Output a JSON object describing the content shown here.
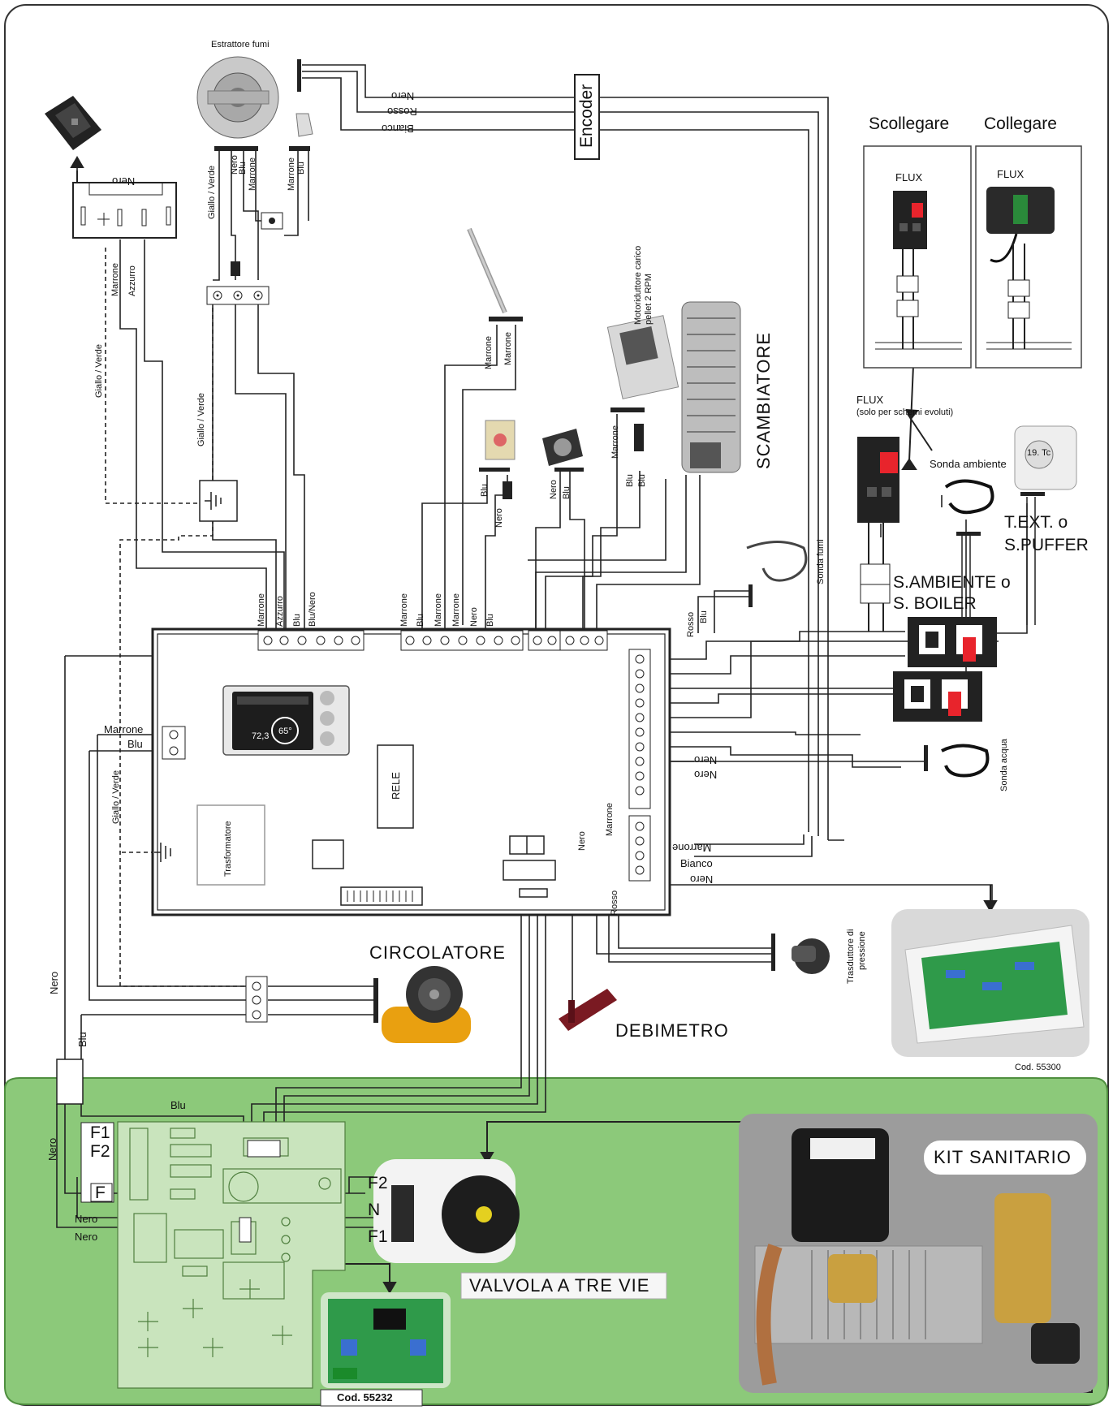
{
  "components": {
    "estrattore_fumi": "Estrattore fumi",
    "encoder": "Encoder",
    "scollegare": "Scollegare",
    "collegare": "Collegare",
    "flux": "FLUX",
    "flux_note_line1": "FLUX",
    "flux_note_line2": "(solo per schemi evoluti)",
    "motoriduttore_line1": "Motoriduttore carico",
    "motoriduttore_line2": "pellet 2 RPM",
    "scambiatore": "SCAMBIATORE",
    "sonda_ambiente": "Sonda ambiente",
    "text_puffer_line1": "T.EXT. o",
    "text_puffer_line2": "S.PUFFER",
    "s_ambiente_line1": "S.AMBIENTE o",
    "s_ambiente_line2": "S. BOILER",
    "sonda_fumi": "Sonda fumi",
    "sonda_acqua": "Sonda acqua",
    "rele": "RELE",
    "trasformatore": "Trasformatore",
    "circolatore": "CIRCOLATORE",
    "debimetro": "DEBIMETRO",
    "trasduttore_line1": "Trasduttore di",
    "trasduttore_line2": "pressione",
    "cod_board": "Cod. 55300",
    "kit_sanitario": "KIT SANITARIO",
    "valvola": "VALVOLA A TRE VIE",
    "cod_relay": "Cod. 55232",
    "display_temp1": "72,3",
    "display_temp2": "65°",
    "thermostat_temp": "19. Tc"
  },
  "wires": {
    "nero": "Nero",
    "rosso": "Rosso",
    "bianco": "Bianco",
    "blu": "Blu",
    "marrone": "Marrone",
    "azzurro": "Azzurro",
    "giallo_verde": "Giallo / Verde",
    "blu_nero": "Blu/Nero"
  },
  "terminals": {
    "f1": "F1",
    "f2": "F2",
    "f": "F",
    "n": "N"
  },
  "colors": {
    "wire": "#222222",
    "green_zone": "#8cc97a",
    "green_border": "#4f8f3f",
    "pcb_green": "#2f9a4a",
    "flux_red": "#e8242c"
  }
}
